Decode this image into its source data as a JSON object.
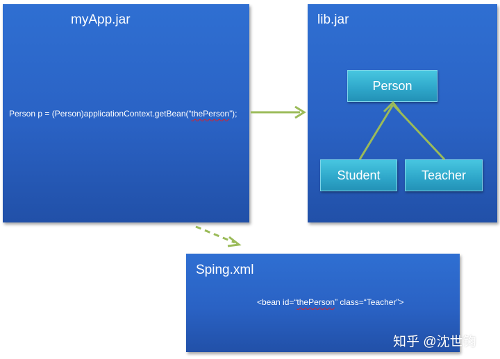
{
  "diagram": {
    "myapp": {
      "title": "myApp.jar",
      "code_prefix": "Person p = (Person)applicationContext.getBean(“",
      "code_highlight": "thePerson",
      "code_suffix": "”);"
    },
    "lib": {
      "title": "lib.jar",
      "classes": {
        "person": "Person",
        "student": "Student",
        "teacher": "Teacher"
      }
    },
    "xml": {
      "title": "Sping.xml",
      "code_prefix": "<bean id=“",
      "code_highlight": "thePerson",
      "code_suffix": "” class=“Teacher”>"
    },
    "watermark": "知乎 @沈世钧",
    "colors": {
      "arrow": "#9bbb59",
      "box": "#2f6fd2",
      "class_box": "#2ea6c9",
      "highlight_underline": "#d8222a"
    }
  }
}
